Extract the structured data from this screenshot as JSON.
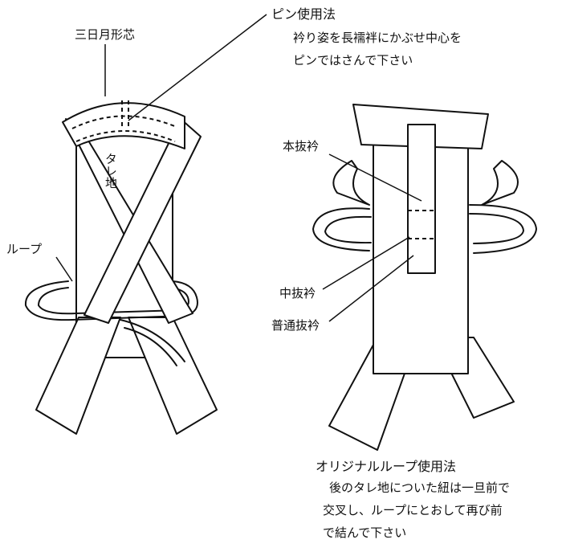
{
  "labels": {
    "mikazuki": "三日月形芯",
    "pin_title": "ピン使用法",
    "pin_line1": "衿り姿を長襦袢にかぶせ中心を",
    "pin_line2": "ピンではさんで下さい",
    "tare": "タレ地",
    "loop": "ループ",
    "hon_nukiemon": "本抜衿",
    "naka_nukiemon": "中抜衿",
    "futsu_nukiemon": "普通抜衿",
    "orig_title": "オリジナルループ使用法",
    "orig_line1": "後のタレ地についた紐は一旦前で",
    "orig_line2": "交叉し、ループにとおして再び前",
    "orig_line3": "で結んで下さい"
  },
  "colors": {
    "ink": "#111111",
    "paper": "#ffffff"
  }
}
